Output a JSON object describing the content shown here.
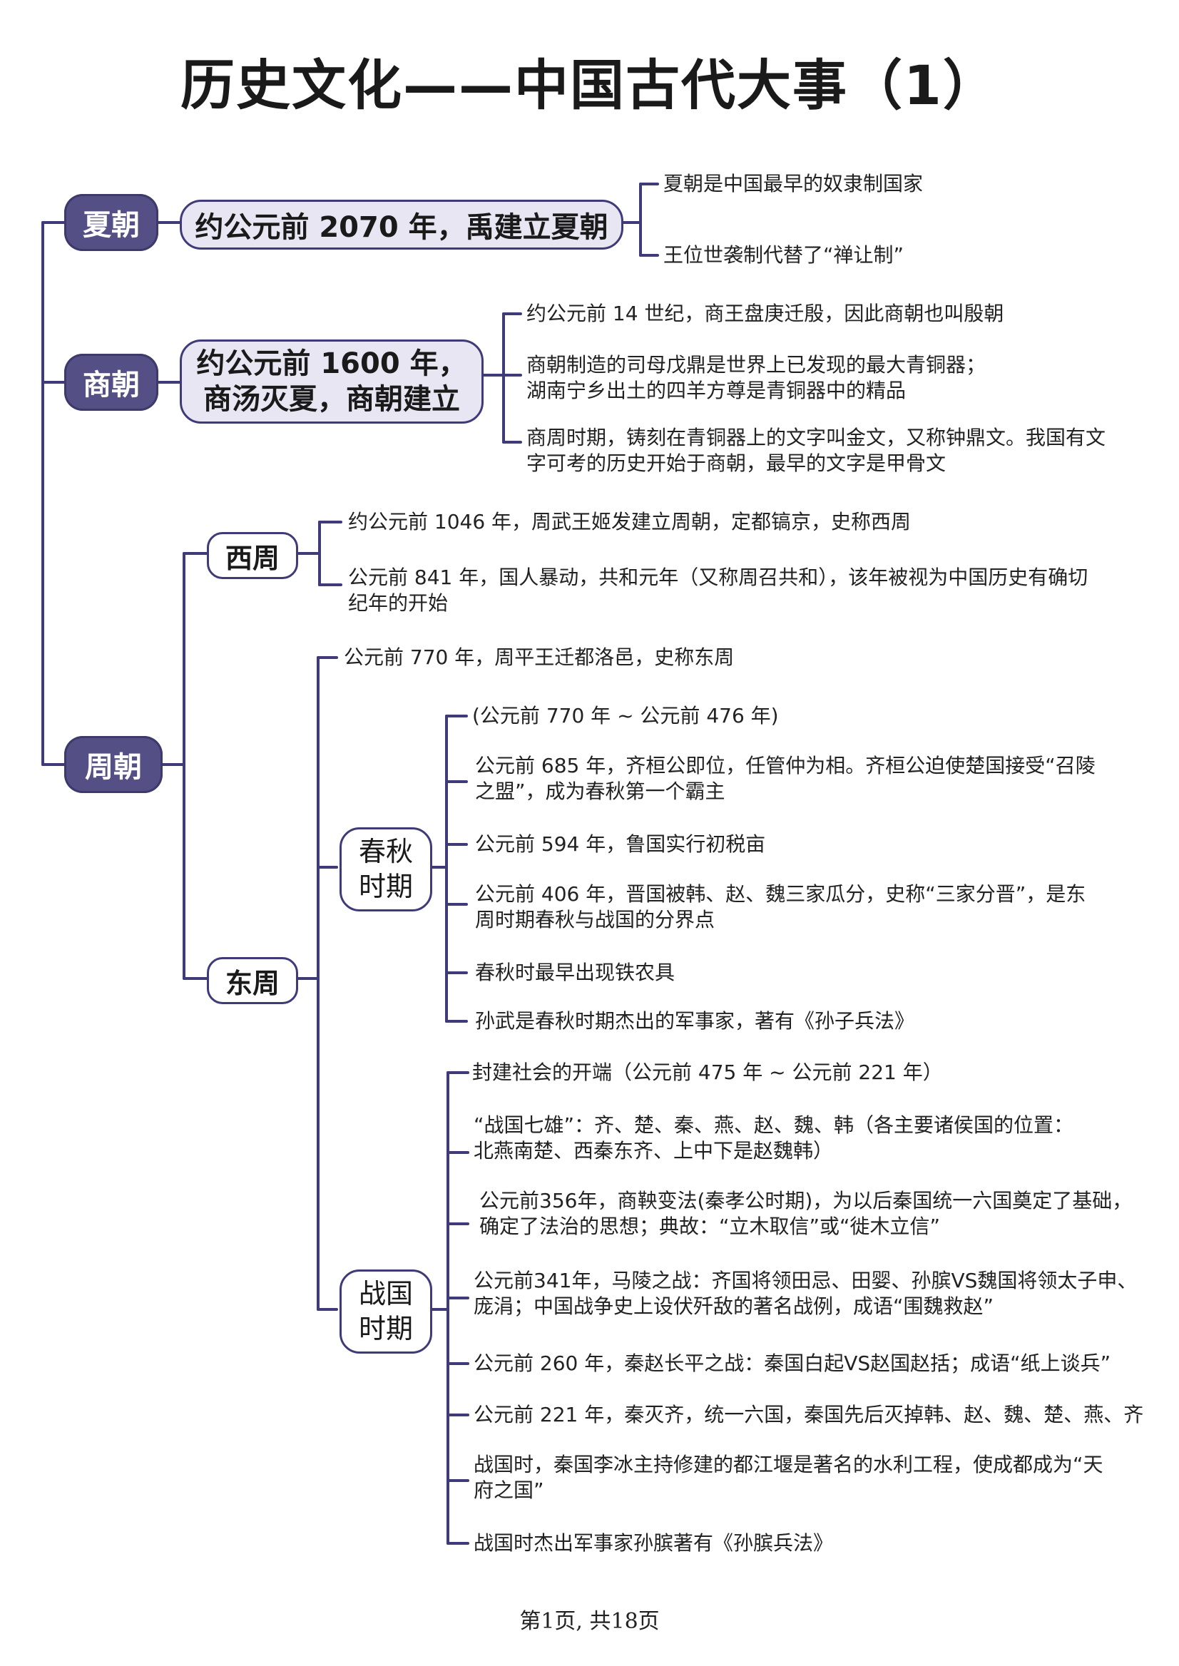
{
  "title": "历史文化——中国古代大事（1）",
  "footer": "第1页, 共18页",
  "colors": {
    "accent": "#545086",
    "line": "#3f3b78",
    "pill_fill": "#e7e6f2"
  },
  "xia": {
    "label": "夏朝",
    "event": "约公元前 2070 年，禹建立夏朝",
    "notes": [
      "夏朝是中国最早的奴隶制国家",
      "王位世袭制代替了“禅让制”"
    ]
  },
  "shang": {
    "label": "商朝",
    "event_line1": "约公元前 1600 年，",
    "event_line2": "商汤灭夏，商朝建立",
    "notes": [
      "约公元前 14 世纪，商王盘庚迁殷，因此商朝也叫殷朝",
      "商朝制造的司母戊鼎是世界上已发现的最大青铜器；",
      "湖南宁乡出土的四羊方尊是青铜器中的精品",
      "商周时期，铸刻在青铜器上的文字叫金文，又称钟鼎文。我国有文",
      "字可考的历史开始于商朝，最早的文字是甲骨文"
    ]
  },
  "zhou": {
    "label": "周朝",
    "xizhou": {
      "label": "西周",
      "notes": [
        "约公元前 1046 年，周武王姬发建立周朝，定都镐京，史称西周",
        "公元前 841 年，国人暴动，共和元年（又称周召共和），该年被视为中国历史有确切",
        "纪年的开始"
      ]
    },
    "dongzhou": {
      "label": "东周",
      "intro": "公元前 770 年，周平王迁都洛邑，史称东周",
      "chunqiu": {
        "label_line1": "春秋",
        "label_line2": "时期",
        "notes": [
          "(公元前 770 年 ~ 公元前 476 年)",
          "公元前 685 年，齐桓公即位，任管仲为相。齐桓公迫使楚国接受“召陵",
          "之盟”，成为春秋第一个霸主",
          "公元前 594 年，鲁国实行初税亩",
          "公元前 406 年，晋国被韩、赵、魏三家瓜分，史称“三家分晋”，是东",
          "周时期春秋与战国的分界点",
          "春秋时最早出现铁农具",
          "孙武是春秋时期杰出的军事家，著有《孙子兵法》"
        ]
      },
      "zhanguo": {
        "label_line1": "战国",
        "label_line2": "时期",
        "notes": [
          "封建社会的开端（公元前 475 年 ~ 公元前 221 年）",
          "“战国七雄”：齐、楚、秦、燕、赵、魏、韩（各主要诸侯国的位置：",
          "北燕南楚、西秦东齐、上中下是赵魏韩）",
          "公元前356年，商鞅变法(秦孝公时期)，为以后秦国统一六国奠定了基础，",
          "确定了法治的思想；典故：“立木取信”或“徙木立信”",
          "公元前341年，马陵之战：齐国将领田忌、田婴、孙膑VS魏国将领太子申、",
          "庞涓；中国战争史上设伏歼敌的著名战例，成语“围魏救赵”",
          "公元前 260 年，秦赵长平之战：秦国白起VS赵国赵括；成语“纸上谈兵”",
          "公元前 221 年，秦灭齐，统一六国，秦国先后灭掉韩、赵、魏、楚、燕、齐",
          "战国时，秦国李冰主持修建的都江堰是著名的水利工程，使成都成为“天",
          "府之国”",
          "战国时杰出军事家孙膑著有《孙膑兵法》"
        ]
      }
    }
  }
}
